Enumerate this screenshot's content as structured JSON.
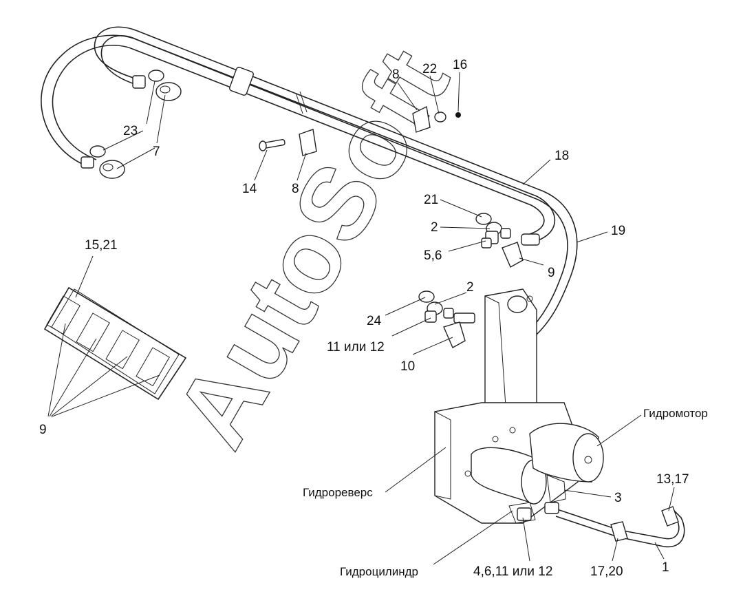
{
  "labels": {
    "l1": "1",
    "l2a": "2",
    "l2b": "2",
    "l3": "3",
    "l4": "4,6,11 или 12",
    "l56": "5,6",
    "l7": "7",
    "l8a": "8",
    "l8b": "8",
    "l9a": "9",
    "l9b": "9",
    "l10": "10",
    "l11": "11 или 12",
    "l1317": "13,17",
    "l14": "14",
    "l1521": "15,21",
    "l16": "16",
    "l1720": "17,20",
    "l18": "18",
    "l19": "19",
    "l21": "21",
    "l22": "22",
    "l23": "23",
    "l24": "24"
  },
  "components": {
    "hydromotor": "Гидромотор",
    "hydroreverse": "Гидрореверс",
    "hydrocylinder": "Гидроцилиндр"
  },
  "watermark": "AutoSoft"
}
